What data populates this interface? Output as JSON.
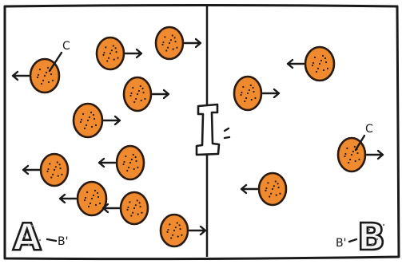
{
  "chamber_a": {
    "letter": "A",
    "marker": "B'",
    "particle_label": "C"
  },
  "chamber_b": {
    "letter": "B",
    "marker": "B'",
    "particle_label": "C"
  },
  "gate": {
    "letter": "I"
  },
  "colors": {
    "particle_fill": "#ef8a2e",
    "particle_outline": "#2a1a10",
    "ink": "#1a1a1a"
  }
}
